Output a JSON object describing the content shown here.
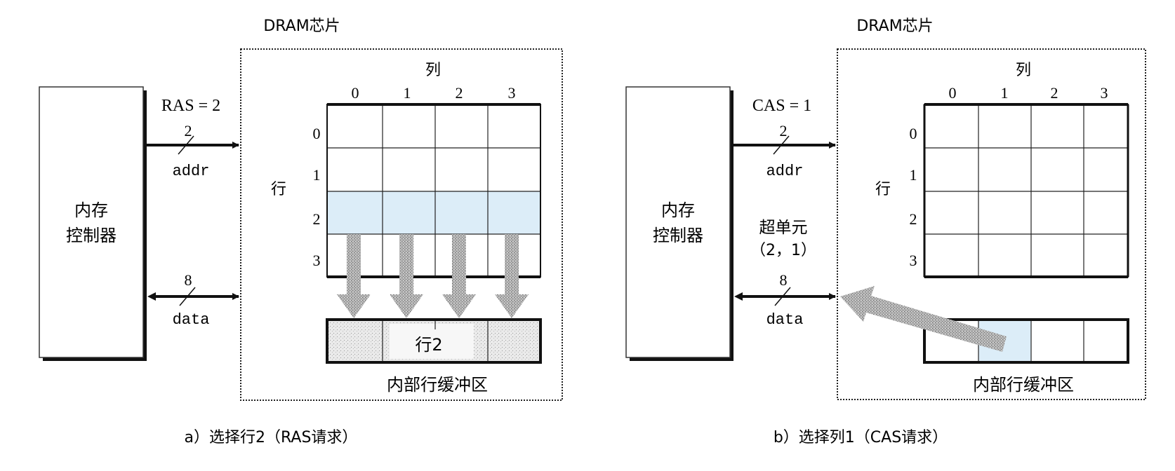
{
  "colors": {
    "highlight": "#dcedf8",
    "line": "#111111",
    "arrow_gray": "#9a9a9a"
  },
  "panels": [
    {
      "chip_label": "DRAM芯片",
      "controller_line1": "内存",
      "controller_line2": "控制器",
      "signal_label": "RAS = 2",
      "addr_width": "2",
      "addr_label": "addr",
      "data_width": "8",
      "data_label": "data",
      "col_title": "列",
      "row_title": "行",
      "col_labels": [
        "0",
        "1",
        "2",
        "3"
      ],
      "row_labels": [
        "0",
        "1",
        "2",
        "3"
      ],
      "selected_row": 2,
      "buffer_text": "行2",
      "buffer_label": "内部行缓冲区",
      "caption": "a）选择行2（RAS请求）"
    },
    {
      "chip_label": "DRAM芯片",
      "controller_line1": "内存",
      "controller_line2": "控制器",
      "signal_label": "CAS = 1",
      "addr_width": "2",
      "addr_label": "addr",
      "data_width": "8",
      "data_label": "data",
      "supercell_label": "超单元",
      "supercell_coords": "（2，1）",
      "col_title": "列",
      "row_title": "行",
      "col_labels": [
        "0",
        "1",
        "2",
        "3"
      ],
      "row_labels": [
        "0",
        "1",
        "2",
        "3"
      ],
      "selected_col": 1,
      "buffer_label": "内部行缓冲区",
      "caption": "b）选择列1（CAS请求）"
    }
  ]
}
